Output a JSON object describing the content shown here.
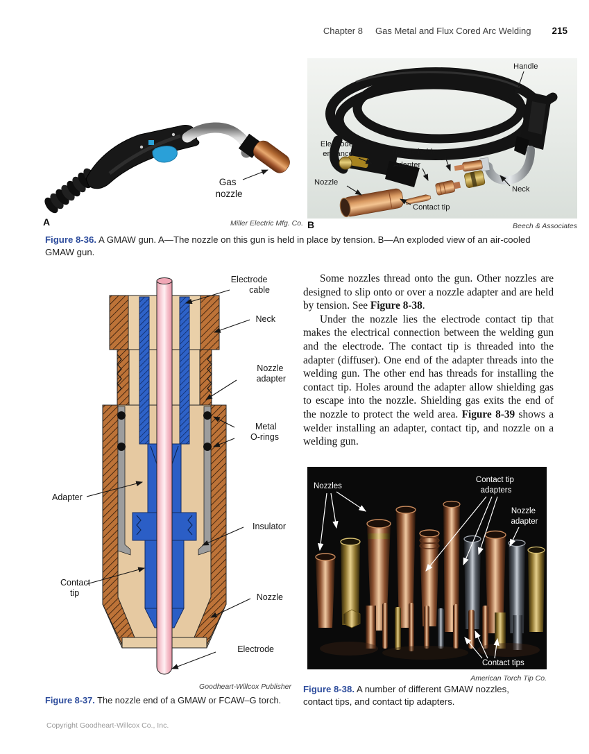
{
  "header": {
    "chapter": "Chapter 8",
    "title": "Gas Metal and Flux Cored Arc Welding",
    "page_number": "215"
  },
  "figure_8_36": {
    "photo_a": {
      "letter": "A",
      "credit": "Miller Electric Mfg. Co.",
      "labels": {
        "gas_nozzle": [
          "Gas",
          "nozzle"
        ]
      }
    },
    "photo_b": {
      "letter": "B",
      "credit": "Beech & Associates",
      "labels": {
        "handle": "Handle",
        "electrode_entrance": [
          "Electrode",
          "entrance"
        ],
        "nozzle_holder": "Nozzle holder",
        "adapter": "Adapter",
        "nozzle": "Nozzle",
        "contact_tip": "Contact tip",
        "neck": "Neck"
      }
    },
    "caption": {
      "label": "Figure 8-36.",
      "text": " A GMAW gun. A—The nozzle on this gun is held in place by tension. B—An exploded view of an air-cooled GMAW gun."
    }
  },
  "figure_8_37": {
    "labels": {
      "electrode_cable": [
        "Electrode",
        "cable"
      ],
      "neck": "Neck",
      "nozzle_adapter": [
        "Nozzle",
        "adapter"
      ],
      "metal_o_rings": [
        "Metal",
        "O-rings"
      ],
      "adapter": "Adapter",
      "insulator": "Insulator",
      "contact_tip": [
        "Contact",
        "tip"
      ],
      "nozzle": "Nozzle",
      "electrode": "Electrode"
    },
    "credit": "Goodheart-Willcox Publisher",
    "caption": {
      "label": "Figure 8-37.",
      "text": " The nozzle end of a GMAW or FCAW–G torch."
    }
  },
  "body_text": {
    "p1": {
      "before": "Some nozzles thread onto the gun. Other nozzles are designed to slip onto or over a nozzle adapter and are held by tension. See ",
      "ref": "Figure 8-38",
      "after": "."
    },
    "p2": {
      "before": "Under the nozzle lies the electrode contact tip that makes the electrical connection between the welding gun and the electrode. The contact tip is threaded into the adapter (diffuser). One end of the adapter threads into the welding gun. The other end has threads for installing the contact tip. Holes around the adapter allow shielding gas to escape into the nozzle. Shielding gas exits the end of the nozzle to protect the weld area. ",
      "ref": "Figure 8-39",
      "after": " shows a welder installing an adapter, contact tip, and nozzle on a welding gun."
    }
  },
  "figure_8_38": {
    "labels": {
      "nozzles": "Nozzles",
      "contact_tip_adapters": [
        "Contact tip",
        "adapters"
      ],
      "nozzle_adapter": [
        "Nozzle",
        "adapter"
      ],
      "contact_tips": "Contact tips"
    },
    "credit": "American Torch Tip Co.",
    "caption": {
      "label": "Figure 8-38.",
      "text": " A number of different GMAW nozzles, contact tips, and contact tip adapters."
    }
  },
  "footer": {
    "copyright": "Copyright Goodheart-Willcox Co., Inc."
  },
  "colors": {
    "figure_label_blue": "#2d4c9c",
    "diagram_brown": "#bd7338",
    "diagram_tan": "#ead0a9",
    "diagram_blue": "#2b5ec6",
    "diagram_pink": "#f7c3cd",
    "diagram_gray": "#9d9d9d",
    "trigger_blue": "#2aa0d8",
    "copper": "#c98255",
    "photo38_background": "#0a0a0a"
  }
}
